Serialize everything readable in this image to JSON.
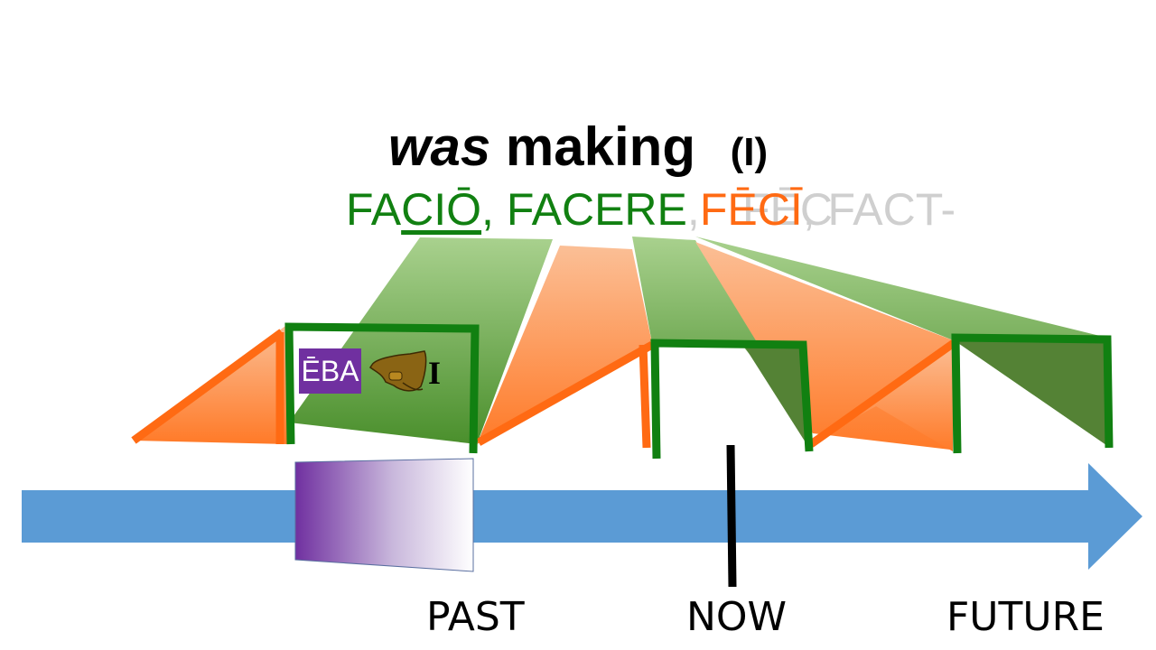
{
  "title": {
    "auxiliary": "was",
    "verb": "making",
    "person": "(I)"
  },
  "principal_parts": {
    "part1_start": "FA",
    "part1_stem": "CIŌ",
    "separator1": ",",
    "part2": " FACERE",
    "separator2": ",",
    "part3_ghost": " FĒC",
    "perfect_form": "FĒCĪ",
    "part4_ghost": ", FACT-"
  },
  "ending": {
    "label": "ĒBA",
    "pointer_icon": "pointing-hand-icon",
    "person_letter": "I"
  },
  "timeline": {
    "past_label": "PAST",
    "now_label": "NOW",
    "future_label": "FUTURE"
  },
  "colors": {
    "green": "#118011",
    "orange": "#ff6a13",
    "timeline_blue": "#5b9bd5",
    "imperfect_purple": "#7030a0",
    "ghost_gray": "#cfcfcf"
  }
}
